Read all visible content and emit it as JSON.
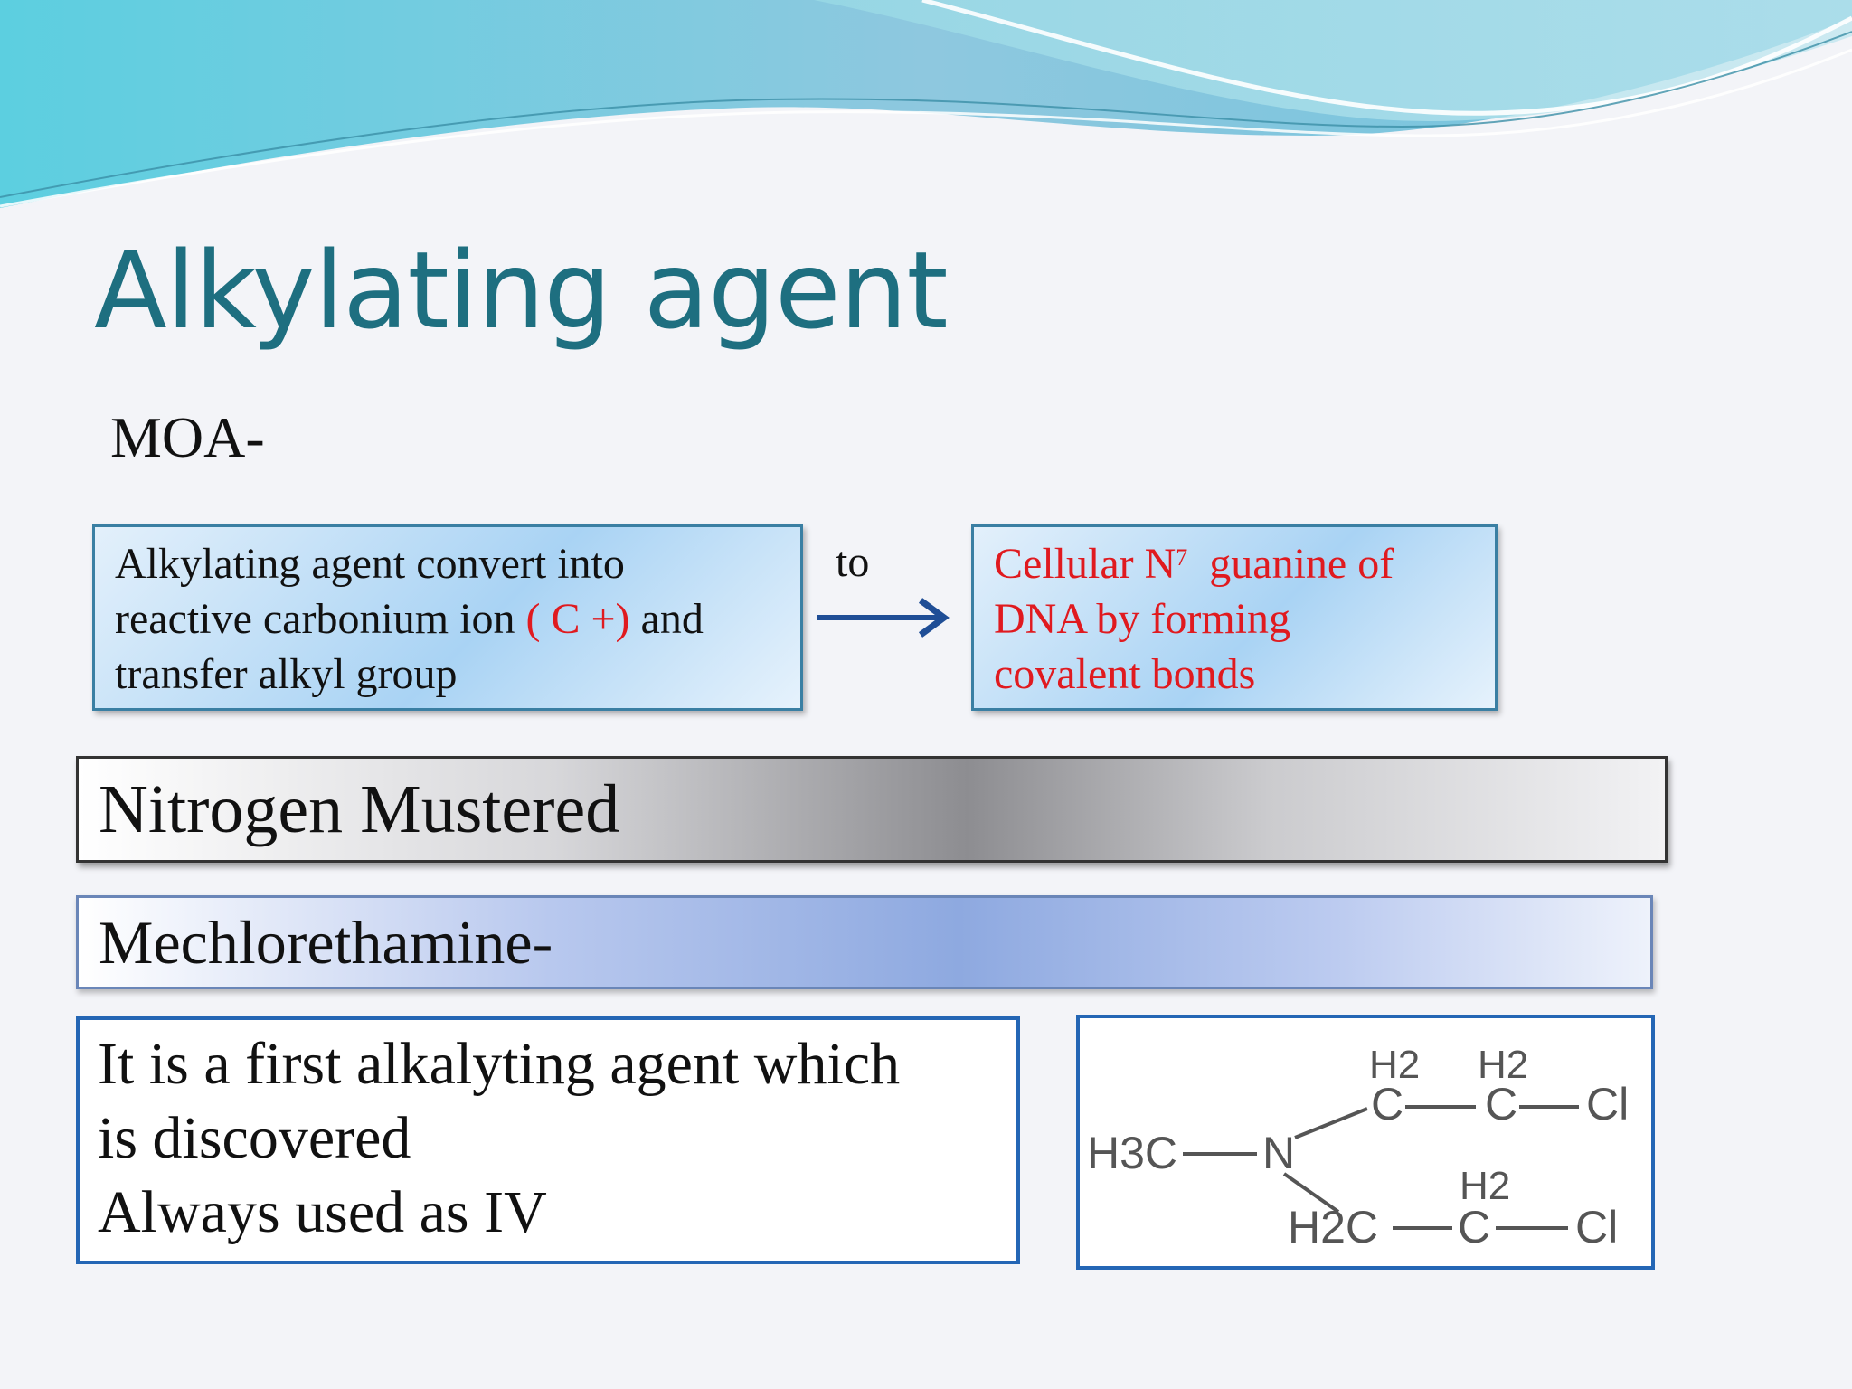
{
  "slide": {
    "title": "Alkylating agent",
    "moa_label": "MOA-",
    "connector": "to",
    "box_left": {
      "line1": "Alkylating agent convert into",
      "line2_pre": "reactive carbonium ion ",
      "line2_red": "( C +)",
      "line2_post": " and",
      "line3": "transfer alkyl group"
    },
    "box_right": {
      "line1_pre": "Cellular N",
      "line1_sup": "7",
      "line1_post": "  guanine of",
      "line2": "DNA by forming",
      "line3": "covalent bonds"
    },
    "band_primary": "Nitrogen Mustered",
    "band_secondary": "Mechlorethamine-",
    "description": {
      "line1": "It is a first alkalyting agent which",
      "line2": "is discovered",
      "line3": "Always used as IV"
    },
    "structure": {
      "ch3_group": "H3C",
      "nitrogen": "N",
      "h2_top_1": "H2",
      "h2_top_2": "H2",
      "c_top_1": "C",
      "c_top_2": "C",
      "cl_top": "Cl",
      "h2_bottom": "H2",
      "ch2_bottom": "H2C",
      "c_bottom": "C",
      "cl_bottom": "Cl"
    }
  },
  "colors": {
    "title": "#1e6f80",
    "red_text": "#e01a1f",
    "arrow": "#1f4e96",
    "box_border": "#2466b5"
  }
}
